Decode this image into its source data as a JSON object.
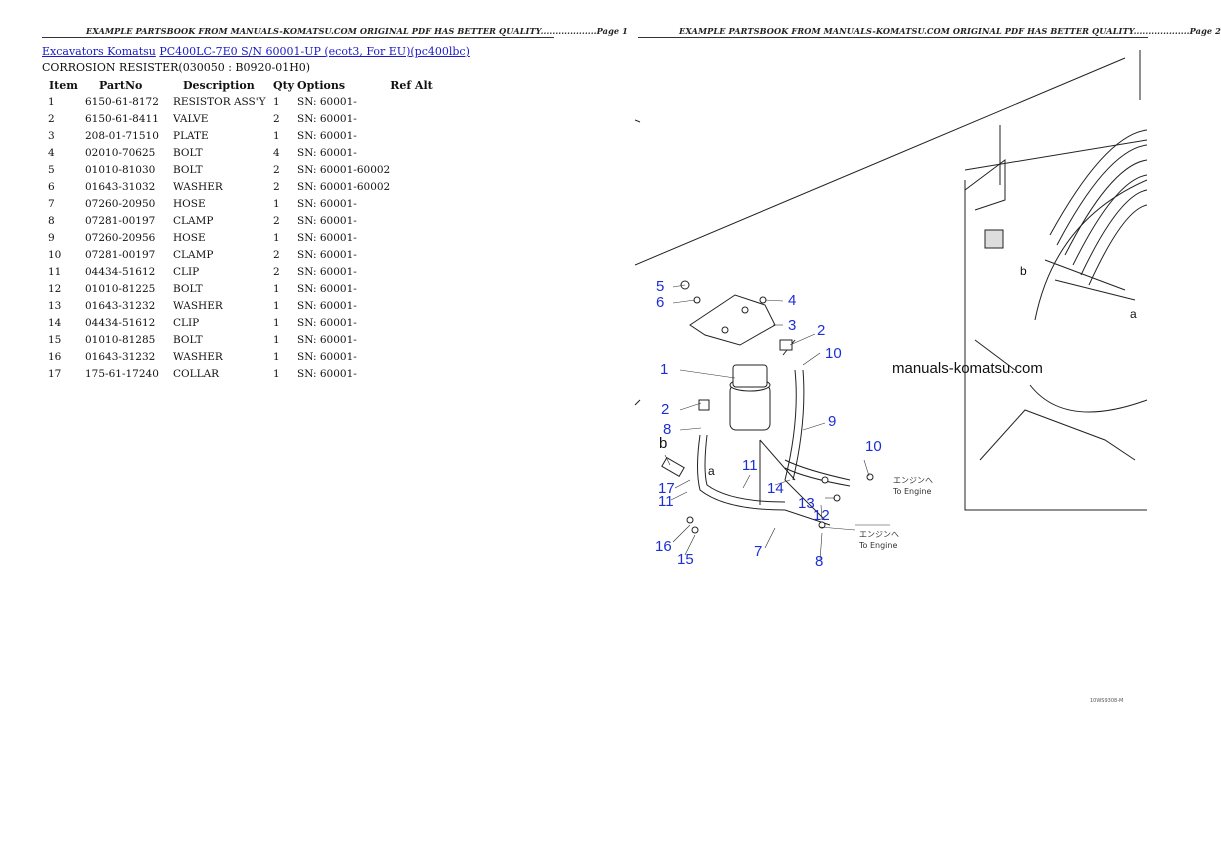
{
  "pages": [
    {
      "header": "EXAMPLE PARTSBOOK FROM MANUALS-KOMATSU.COM ORIGINAL PDF HAS BETTER QUALITY...................Page 1"
    },
    {
      "header": "EXAMPLE PARTSBOOK FROM MANUALS-KOMATSU.COM ORIGINAL PDF HAS BETTER QUALITY...................Page 2"
    }
  ],
  "breadcrumb": {
    "category": "Excavators Komatsu",
    "model": "PC400LC-7E0 S/N 60001-UP (ecot3, For EU)(pc400lbc)"
  },
  "group_title": "CORROSION RESISTER(030050 : B0920-01H0)",
  "table": {
    "columns": [
      "Item",
      "PartNo",
      "Description",
      "Qty",
      "Options",
      "Ref Alt"
    ],
    "rows": [
      [
        "1",
        "6150-61-8172",
        "RESISTOR ASS'Y",
        "1",
        "SN: 60001-",
        ""
      ],
      [
        "2",
        "6150-61-8411",
        "VALVE",
        "2",
        "SN: 60001-",
        ""
      ],
      [
        "3",
        "208-01-71510",
        "PLATE",
        "1",
        "SN: 60001-",
        ""
      ],
      [
        "4",
        "02010-70625",
        "BOLT",
        "4",
        "SN: 60001-",
        ""
      ],
      [
        "5",
        "01010-81030",
        "BOLT",
        "2",
        "SN: 60001-60002",
        ""
      ],
      [
        "6",
        "01643-31032",
        "WASHER",
        "2",
        "SN: 60001-60002",
        ""
      ],
      [
        "7",
        "07260-20950",
        "HOSE",
        "1",
        "SN: 60001-",
        ""
      ],
      [
        "8",
        "07281-00197",
        "CLAMP",
        "2",
        "SN: 60001-",
        ""
      ],
      [
        "9",
        "07260-20956",
        "HOSE",
        "1",
        "SN: 60001-",
        ""
      ],
      [
        "10",
        "07281-00197",
        "CLAMP",
        "2",
        "SN: 60001-",
        ""
      ],
      [
        "11",
        "04434-51612",
        "CLIP",
        "2",
        "SN: 60001-",
        ""
      ],
      [
        "12",
        "01010-81225",
        "BOLT",
        "1",
        "SN: 60001-",
        ""
      ],
      [
        "13",
        "01643-31232",
        "WASHER",
        "1",
        "SN: 60001-",
        ""
      ],
      [
        "14",
        "04434-51612",
        "CLIP",
        "1",
        "SN: 60001-",
        ""
      ],
      [
        "15",
        "01010-81285",
        "BOLT",
        "1",
        "SN: 60001-",
        ""
      ],
      [
        "16",
        "01643-31232",
        "WASHER",
        "1",
        "SN: 60001-",
        ""
      ],
      [
        "17",
        "175-61-17240",
        "COLLAR",
        "1",
        "SN: 60001-",
        ""
      ]
    ]
  },
  "diagram": {
    "watermark": "manuals-komatsu.com",
    "to_engine": "To Engine",
    "to_engine_jp": "エンジンへ",
    "figure_code": "10WS9308-M",
    "letters": {
      "a": "a",
      "b": "b"
    },
    "callouts": [
      "5",
      "6",
      "4",
      "3",
      "2",
      "10",
      "1",
      "2",
      "8",
      "9",
      "10",
      "b",
      "17",
      "11",
      "11",
      "a",
      "14",
      "13",
      "12",
      "16",
      "15",
      "7",
      "8"
    ]
  }
}
